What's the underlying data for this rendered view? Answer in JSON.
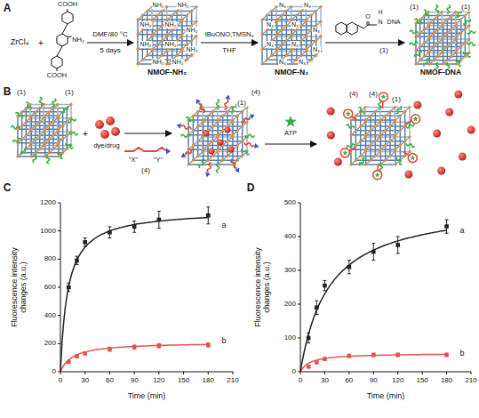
{
  "diagram": {
    "nodes": [
      {
        "text": [
          "COOH",
          "NH₂",
          "COOH"
        ]
      },
      {
        "text": [
          "NMOF-NH₂"
        ]
      },
      {
        "text": [
          "NMOF-N₃"
        ]
      },
      {
        "text": [
          "NMOF-DNA"
        ]
      }
    ],
    "edges": [
      {
        "from": 0,
        "to": 1,
        "arrow": "to"
      },
      {
        "from": 1,
        "to": 2,
        "arrow": "to"
      },
      {
        "from": 2,
        "to": 3,
        "arrow": "to"
      }
    ],
    "labels": [
      "A",
      "ZrCl₄",
      "+",
      "DMF/80 °C",
      "5 days",
      "NH₂",
      "NH₂",
      "NH₂",
      "NH₂",
      "NH₂",
      "NH₂",
      "NH₂",
      "NH₂",
      "NH₂",
      "NH₂",
      "tBuONO,TMSN₃",
      "THF",
      "N₃",
      "N₃",
      "N₃",
      "N₃",
      "N₃",
      "N₃",
      "N₃",
      "N₃",
      "N₃",
      "N₃",
      "O",
      "H",
      "N",
      "DNA",
      "(1)",
      "(1)",
      "(1)",
      "B",
      "(1)",
      "(1)",
      "+",
      "dye/drug",
      "\"X\"",
      "\"Y\"",
      "(4)",
      "(4)",
      "(1)",
      "ATP",
      "(4)",
      "(4)",
      "(1)",
      "C",
      "0",
      "200",
      "400",
      "600",
      "800",
      "1000",
      "1200",
      "0",
      "30",
      "60",
      "90",
      "120",
      "150",
      "180",
      "210",
      "Time (min)",
      "Fluorescence intensity changes (a.u.)",
      "a",
      "b",
      "D",
      "0",
      "100",
      "200",
      "300",
      "400",
      "500",
      "0",
      "30",
      "60",
      "90",
      "120",
      "150",
      "180",
      "210",
      "Time (min)",
      "Fluorescence intensity changes (a.u.)",
      "a",
      "b"
    ]
  }
}
